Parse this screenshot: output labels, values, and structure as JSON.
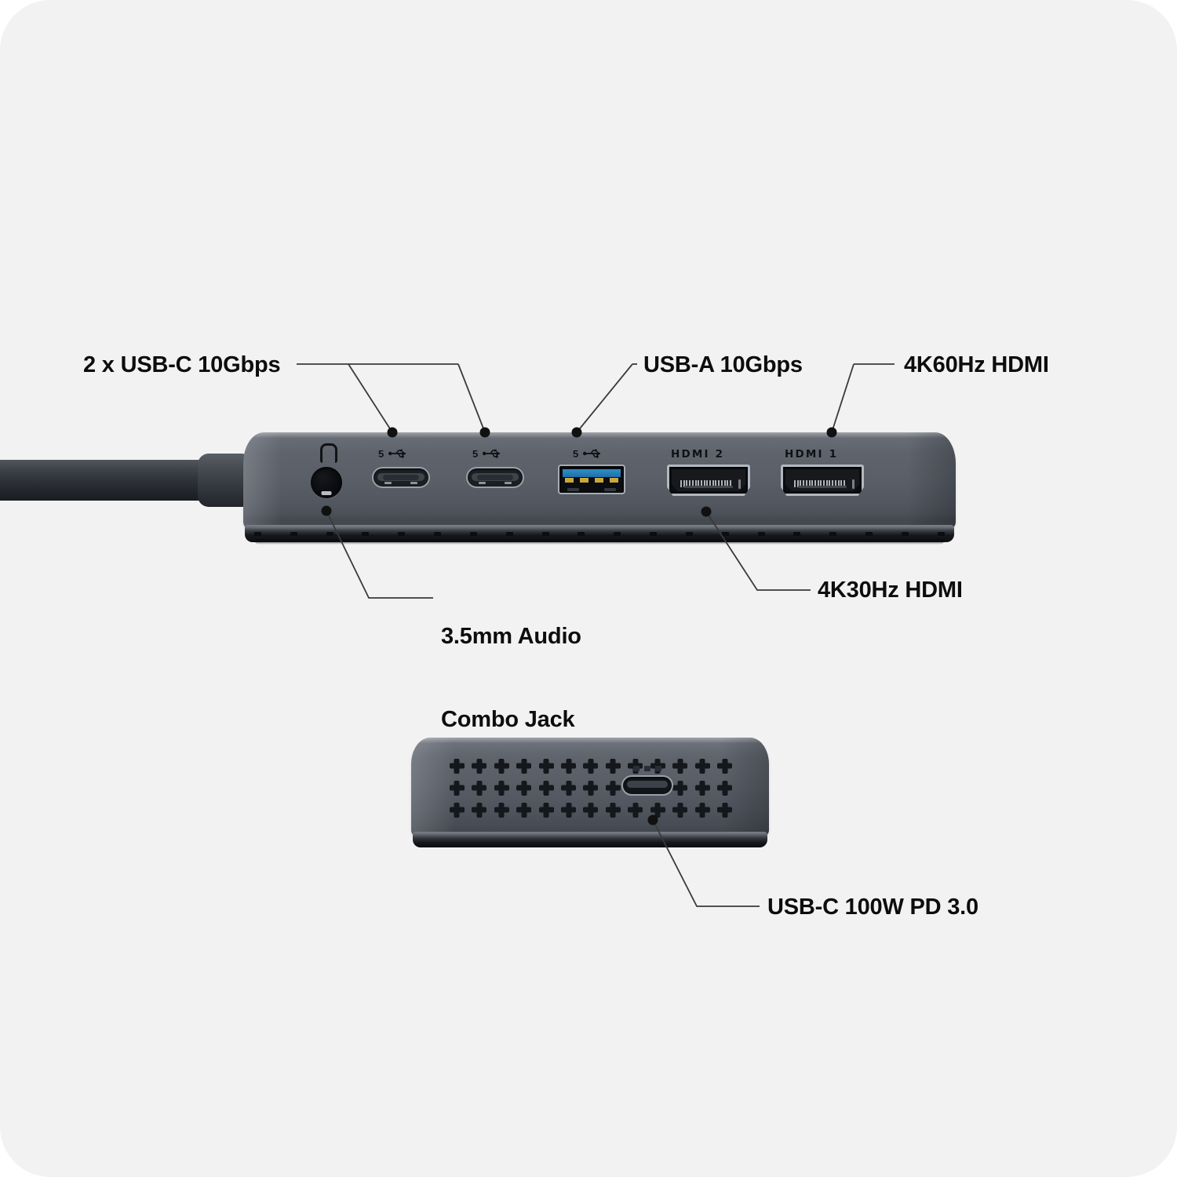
{
  "background": {
    "page_color": "#ffffff",
    "card_color": "#f2f2f2",
    "device_color": "#585d66",
    "accent_usba_blue": "#2f8fc9",
    "accent_usba_gold": "#c9a83e",
    "line_color": "#3a3a3a",
    "text_color": "#0d0d0d"
  },
  "callouts": [
    {
      "id": "usb-c-10gbps",
      "label": "2 x USB-C 10Gbps"
    },
    {
      "id": "usb-a-10gbps",
      "label": "USB-A 10Gbps"
    },
    {
      "id": "hdmi-4k60",
      "label": "4K60Hz HDMI"
    },
    {
      "id": "audio-jack",
      "label_line1": "3.5mm Audio",
      "label_line2": "Combo Jack"
    },
    {
      "id": "hdmi-4k30",
      "label": "4K30Hz HDMI"
    },
    {
      "id": "usb-c-pd",
      "label": "USB-C 100W PD 3.0"
    }
  ],
  "dock": {
    "ports": [
      {
        "name": "audio-combo-jack",
        "icon": "headphone-icon",
        "mark": ""
      },
      {
        "name": "usb-c-port-1",
        "icon": "usb-c-icon",
        "mark": "5"
      },
      {
        "name": "usb-c-port-2",
        "icon": "usb-c-icon",
        "mark": "5"
      },
      {
        "name": "usb-a-port",
        "icon": "usb-a-icon",
        "mark": "5"
      },
      {
        "name": "hdmi-port-2",
        "icon": "hdmi-icon",
        "mark": "HDMI 2"
      },
      {
        "name": "hdmi-port-1",
        "icon": "hdmi-icon",
        "mark": "HDMI 1"
      }
    ],
    "usb_symbol": "5"
  },
  "adapter": {
    "port": {
      "name": "usb-c-pd-port",
      "icon": "usb-c-icon"
    },
    "grid_rows": 3,
    "grid_cols": 13
  }
}
